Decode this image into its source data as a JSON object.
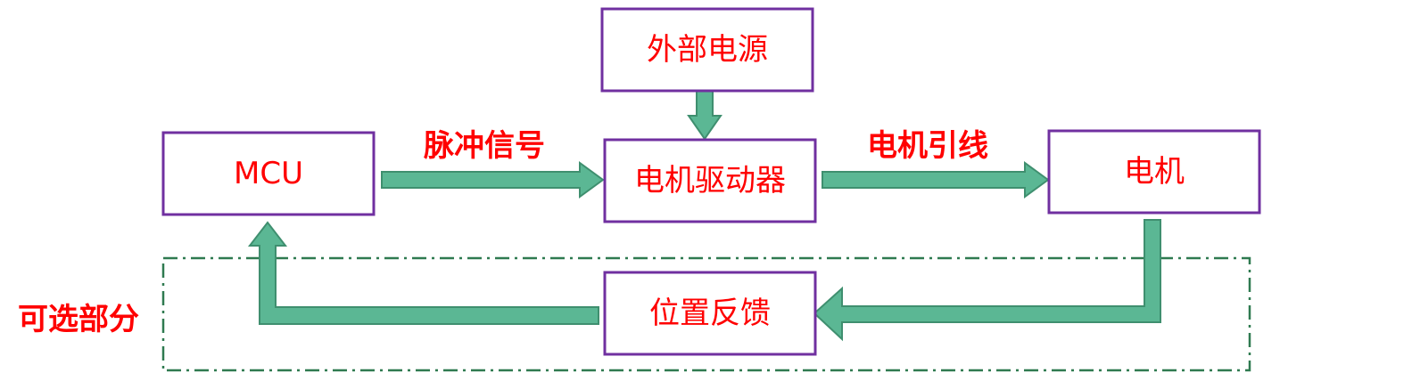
{
  "colors": {
    "box_border": "#7030a0",
    "text": "#ff0000",
    "arrow_fill": "#5bb794",
    "arrow_stroke": "#3f8f6f",
    "dashed_border": "#2f7a50"
  },
  "boxes": {
    "mcu": "MCU",
    "power": "外部电源",
    "driver": "电机驱动器",
    "motor": "电机",
    "feedback": "位置反馈"
  },
  "arrow_labels": {
    "pulse_signal": "脉冲信号",
    "motor_leads": "电机引线"
  },
  "optional_region": {
    "label": "可选部分"
  }
}
